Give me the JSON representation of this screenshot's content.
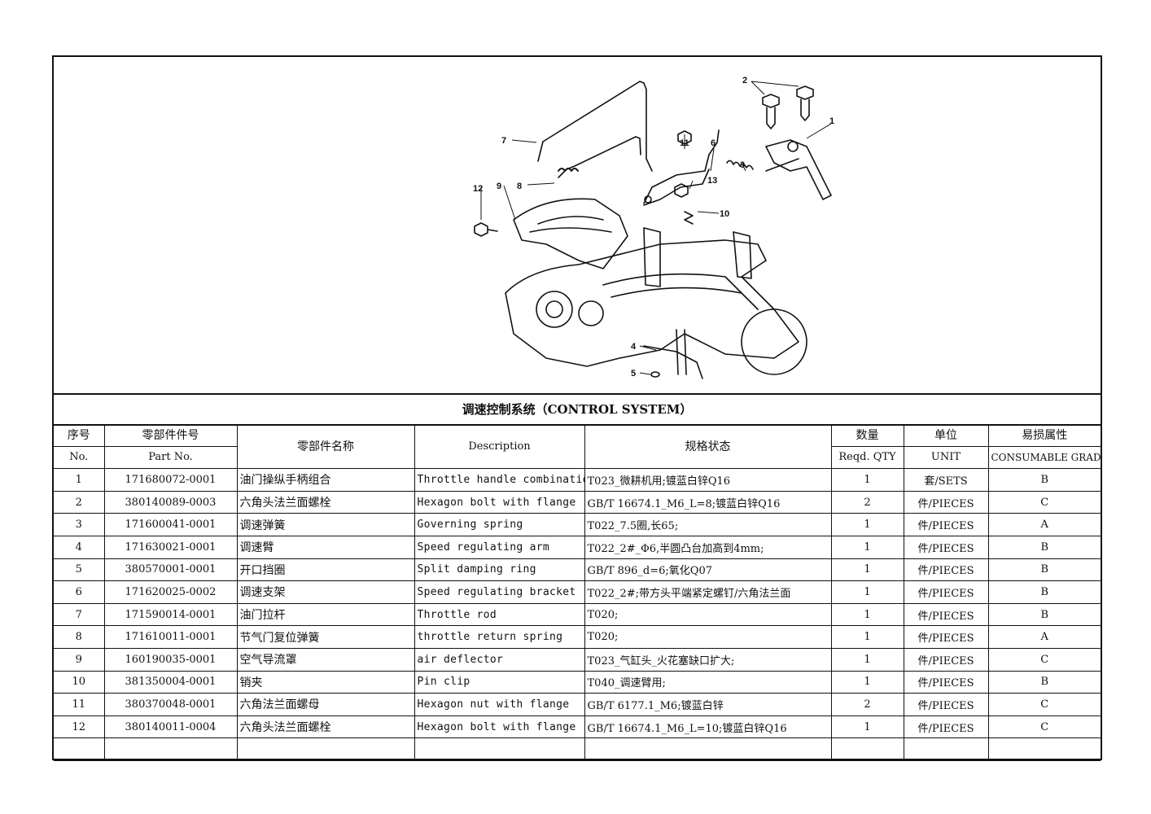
{
  "diagram": {
    "callouts": [
      "1",
      "2",
      "3",
      "4",
      "5",
      "6",
      "7",
      "8",
      "9",
      "10",
      "11",
      "12",
      "13"
    ]
  },
  "title": "调速控制系统（CONTROL SYSTEM）",
  "headers": {
    "no_cn": "序号",
    "no_en": "No.",
    "part_cn": "零部件件号",
    "part_en": "Part No.",
    "name_cn": "零部件名称",
    "desc": "Description",
    "spec": "规格状态",
    "qty_cn": "数量",
    "qty_en": "Reqd. QTY",
    "unit_cn": "单位",
    "unit_en": "UNIT",
    "grade_cn": "易损属性",
    "grade_en": "CONSUMABLE GRADE"
  },
  "rows": [
    {
      "no": "1",
      "part": "171680072-0001",
      "name": "油门操纵手柄组合",
      "desc": "Throttle handle combinatio",
      "spec": "T023_微耕机用;镀蓝白锌Q16",
      "qty": "1",
      "unit": "套/SETS",
      "grade": "B"
    },
    {
      "no": "2",
      "part": "380140089-0003",
      "name": "六角头法兰面螺栓",
      "desc": "Hexagon bolt with flange",
      "spec": "GB/T 16674.1_M6_L=8;镀蓝白锌Q16",
      "qty": "2",
      "unit": "件/PIECES",
      "grade": "C"
    },
    {
      "no": "3",
      "part": "171600041-0001",
      "name": "调速弹簧",
      "desc": "Governing spring",
      "spec": "T022_7.5圈,长65;",
      "qty": "1",
      "unit": "件/PIECES",
      "grade": "A"
    },
    {
      "no": "4",
      "part": "171630021-0001",
      "name": "调速臂",
      "desc": "Speed regulating arm",
      "spec": "T022_2#_Φ6,半圆凸台加高到4mm;",
      "qty": "1",
      "unit": "件/PIECES",
      "grade": "B"
    },
    {
      "no": "5",
      "part": "380570001-0001",
      "name": "开口挡圈",
      "desc": "Split damping ring",
      "spec": "GB/T 896_d=6;氧化Q07",
      "qty": "1",
      "unit": "件/PIECES",
      "grade": "B"
    },
    {
      "no": "6",
      "part": "171620025-0002",
      "name": "调速支架",
      "desc": "Speed regulating bracket",
      "spec": "T022_2#;带方头平端紧定螺钉/六角法兰面",
      "qty": "1",
      "unit": "件/PIECES",
      "grade": "B"
    },
    {
      "no": "7",
      "part": "171590014-0001",
      "name": "油门拉杆",
      "desc": "Throttle rod",
      "spec": "T020;",
      "qty": "1",
      "unit": "件/PIECES",
      "grade": "B"
    },
    {
      "no": "8",
      "part": "171610011-0001",
      "name": "节气门复位弹簧",
      "desc": "throttle return spring",
      "spec": "T020;",
      "qty": "1",
      "unit": "件/PIECES",
      "grade": "A"
    },
    {
      "no": "9",
      "part": "160190035-0001",
      "name": "空气导流罩",
      "desc": "air deflector",
      "spec": "T023_气缸头_火花塞缺口扩大;",
      "qty": "1",
      "unit": "件/PIECES",
      "grade": "C"
    },
    {
      "no": "10",
      "part": "381350004-0001",
      "name": "销夹",
      "desc": "Pin clip",
      "spec": "T040_调速臂用;",
      "qty": "1",
      "unit": "件/PIECES",
      "grade": "B"
    },
    {
      "no": "11",
      "part": "380370048-0001",
      "name": "六角法兰面螺母",
      "desc": "Hexagon nut with flange",
      "spec": "GB/T 6177.1_M6;镀蓝白锌",
      "qty": "2",
      "unit": "件/PIECES",
      "grade": "C"
    },
    {
      "no": "12",
      "part": "380140011-0004",
      "name": "六角头法兰面螺栓",
      "desc": "Hexagon bolt with flange",
      "spec": "GB/T 16674.1_M6_L=10;镀蓝白锌Q16",
      "qty": "1",
      "unit": "件/PIECES",
      "grade": "C"
    }
  ]
}
